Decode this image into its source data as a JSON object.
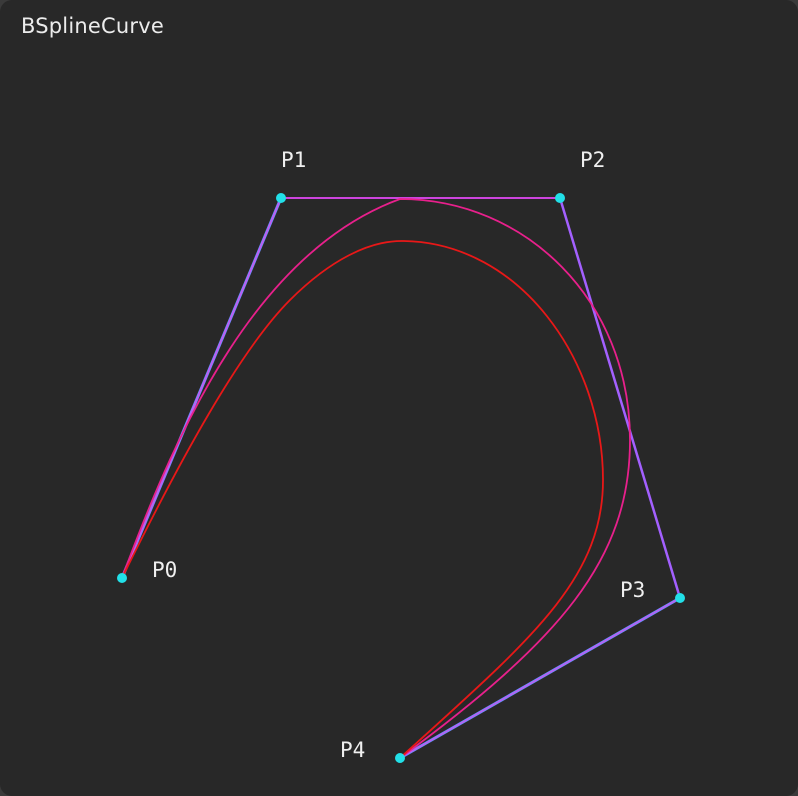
{
  "window": {
    "title": "BSplineCurve"
  },
  "colors": {
    "background": "#282828",
    "control_polygon": "#cc55ee",
    "control_point": "#22e0e8",
    "curve_outer": "#e8208c",
    "curve_inner": "#e81818",
    "label": "#f0f0f0"
  },
  "control_points": [
    {
      "label": "P0"
    },
    {
      "label": "P1"
    },
    {
      "label": "P2"
    },
    {
      "label": "P3"
    },
    {
      "label": "P4"
    }
  ]
}
